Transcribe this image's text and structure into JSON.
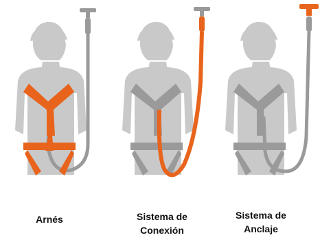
{
  "colors": {
    "figure": "#c9c9c9",
    "neutral_gear": "#9a9a9a",
    "highlight": "#e8641c"
  },
  "panels": [
    {
      "id": "arnes",
      "highlight": "harness",
      "caption_lines": [
        "Arnés"
      ]
    },
    {
      "id": "conexion",
      "highlight": "lanyard",
      "caption_lines": [
        "Sistema de",
        "Conexión"
      ]
    },
    {
      "id": "anclaje",
      "highlight": "anchor",
      "caption_lines": [
        "Sistema de",
        "Anclaje"
      ]
    }
  ]
}
